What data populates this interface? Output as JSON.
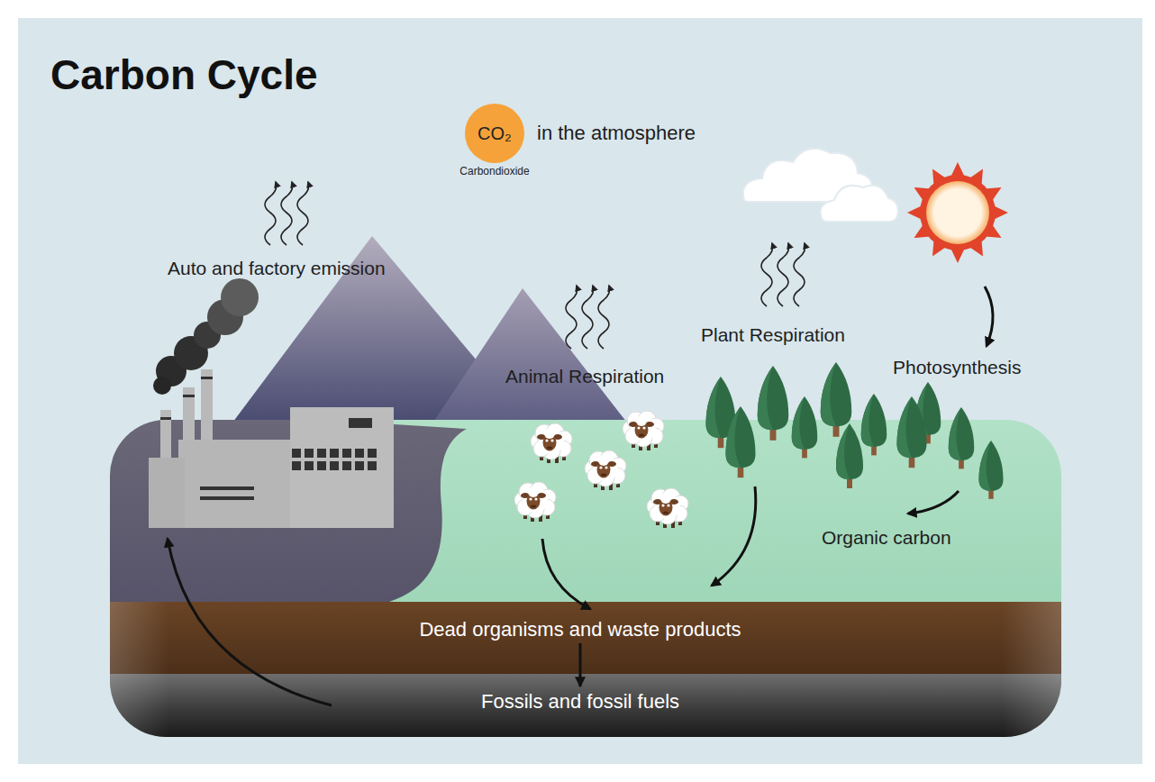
{
  "diagram": {
    "title": "Carbon Cycle",
    "nodes": [
      {
        "text": [
          "CO₂",
          "Carbondioxide"
        ]
      },
      {
        "text": [
          "Dead organisms and waste products"
        ]
      },
      {
        "text": [
          "Fossils and fossil fuels"
        ]
      }
    ],
    "edges": [
      {
        "from": 1,
        "to": 2,
        "arrow": "to"
      }
    ],
    "labels": [
      "in the atmosphere",
      "Auto and factory emission",
      "Animal Respiration",
      "Plant Respiration",
      "Photosynthesis",
      "Organic carbon"
    ]
  }
}
